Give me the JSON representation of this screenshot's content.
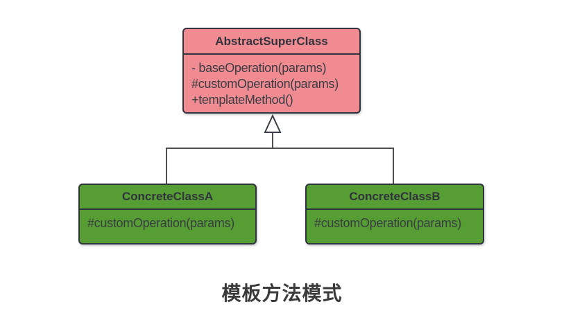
{
  "diagram": {
    "type": "uml-class-diagram",
    "title": "模板方法模式",
    "relation": "inheritance",
    "classes": [
      {
        "id": "abstract-super-class",
        "name": "AbstractSuperClass",
        "role": "superclass",
        "fill": "#ef8b91",
        "methods": [
          "- baseOperation(params)",
          "#customOperation(params)",
          "+templateMethod()"
        ]
      },
      {
        "id": "concrete-class-a",
        "name": "ConcreteClassA",
        "role": "subclass",
        "fill": "#569e33",
        "methods": [
          "#customOperation(params)"
        ]
      },
      {
        "id": "concrete-class-b",
        "name": "ConcreteClassB",
        "role": "subclass",
        "fill": "#569e33",
        "methods": [
          "#customOperation(params)"
        ]
      }
    ],
    "colors": {
      "superclass_fill": "#ef8b91",
      "subclass_fill": "#569e33",
      "box_border": "#2e333d",
      "connector_line": "#4c4f54",
      "text": "#30333c",
      "background": "#ffffff"
    }
  }
}
